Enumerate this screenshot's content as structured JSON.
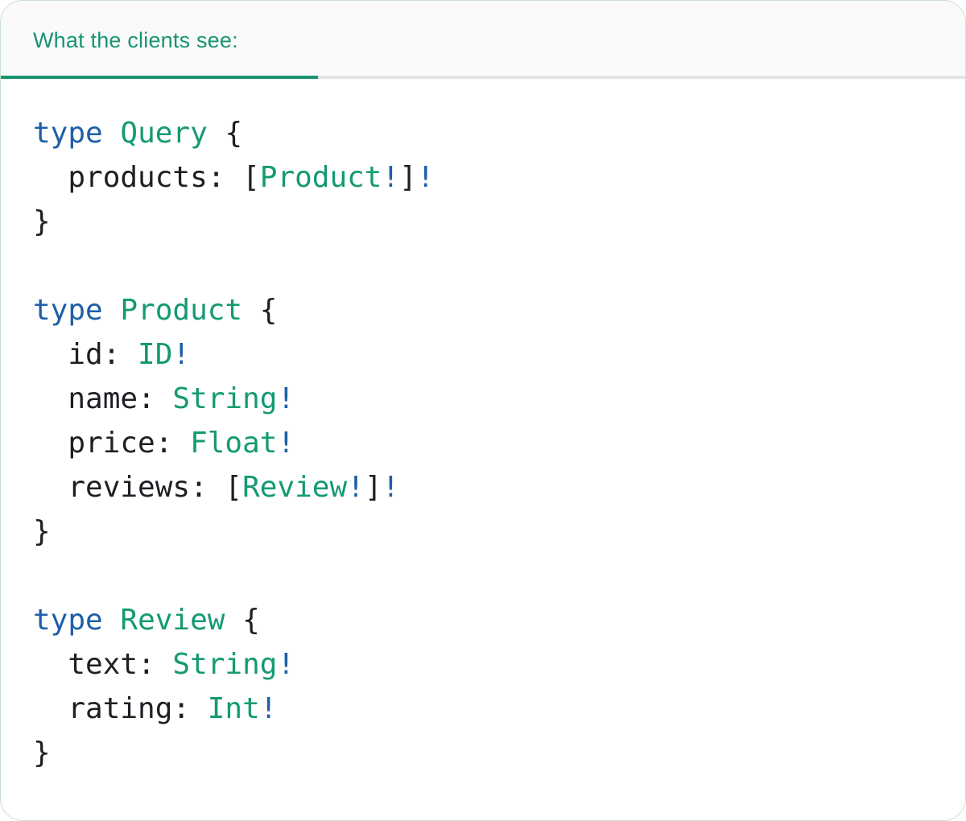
{
  "card": {
    "background": "#ffffff",
    "border_color": "#c9e0cd"
  },
  "header": {
    "tab_label": "What the clients see:",
    "background": "#fafafa",
    "accent_color": "#199472",
    "rule_color": "#e3e3e3"
  },
  "code": {
    "language": "graphql",
    "colors": {
      "keyword": "#1e5fa8",
      "type": "#149a73",
      "plain": "#1c1f23",
      "bang": "#1e5fa8"
    },
    "lines": [
      [
        {
          "t": "type",
          "c": "kw"
        },
        {
          "t": " ",
          "c": "pl"
        },
        {
          "t": "Query",
          "c": "ty"
        },
        {
          "t": " {",
          "c": "pl"
        }
      ],
      [
        {
          "t": "  products: [",
          "c": "pl"
        },
        {
          "t": "Product",
          "c": "ty"
        },
        {
          "t": "!",
          "c": "bg"
        },
        {
          "t": "]",
          "c": "pl"
        },
        {
          "t": "!",
          "c": "bg"
        }
      ],
      [
        {
          "t": "}",
          "c": "pl"
        }
      ],
      [],
      [
        {
          "t": "type",
          "c": "kw"
        },
        {
          "t": " ",
          "c": "pl"
        },
        {
          "t": "Product",
          "c": "ty"
        },
        {
          "t": " {",
          "c": "pl"
        }
      ],
      [
        {
          "t": "  id: ",
          "c": "pl"
        },
        {
          "t": "ID",
          "c": "ty"
        },
        {
          "t": "!",
          "c": "bg"
        }
      ],
      [
        {
          "t": "  name: ",
          "c": "pl"
        },
        {
          "t": "String",
          "c": "ty"
        },
        {
          "t": "!",
          "c": "bg"
        }
      ],
      [
        {
          "t": "  price: ",
          "c": "pl"
        },
        {
          "t": "Float",
          "c": "ty"
        },
        {
          "t": "!",
          "c": "bg"
        }
      ],
      [
        {
          "t": "  reviews: [",
          "c": "pl"
        },
        {
          "t": "Review",
          "c": "ty"
        },
        {
          "t": "!",
          "c": "bg"
        },
        {
          "t": "]",
          "c": "pl"
        },
        {
          "t": "!",
          "c": "bg"
        }
      ],
      [
        {
          "t": "}",
          "c": "pl"
        }
      ],
      [],
      [
        {
          "t": "type",
          "c": "kw"
        },
        {
          "t": " ",
          "c": "pl"
        },
        {
          "t": "Review",
          "c": "ty"
        },
        {
          "t": " {",
          "c": "pl"
        }
      ],
      [
        {
          "t": "  text: ",
          "c": "pl"
        },
        {
          "t": "String",
          "c": "ty"
        },
        {
          "t": "!",
          "c": "bg"
        }
      ],
      [
        {
          "t": "  rating: ",
          "c": "pl"
        },
        {
          "t": "Int",
          "c": "ty"
        },
        {
          "t": "!",
          "c": "bg"
        }
      ],
      [
        {
          "t": "}",
          "c": "pl"
        }
      ]
    ]
  }
}
